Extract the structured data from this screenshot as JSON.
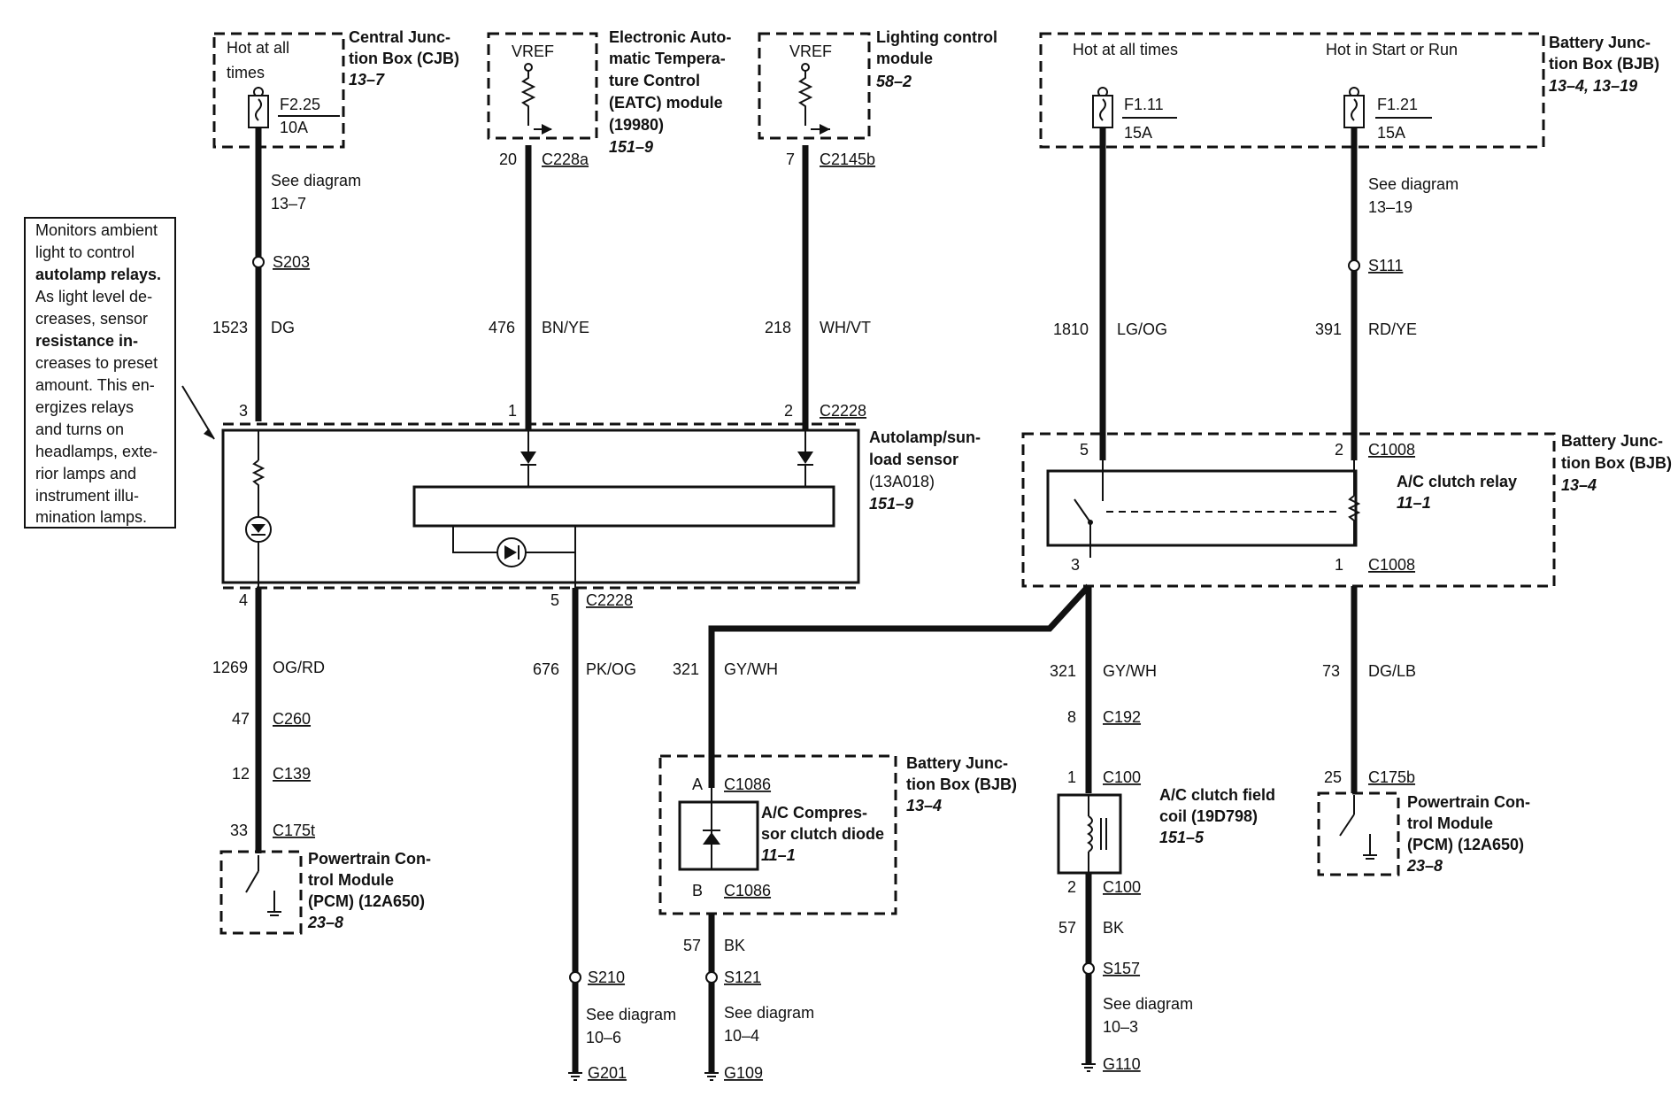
{
  "cjb": {
    "hot_l1": "Hot at all",
    "hot_l2": "times",
    "fuse": "F2.25",
    "amps": "10A",
    "name_l1": "Central Junc-",
    "name_l2": "tion Box (CJB)",
    "ref": "13–7"
  },
  "eatc": {
    "vref": "VREF",
    "name_l1": "Electronic Auto-",
    "name_l2": "matic Tempera-",
    "name_l3": "ture Control",
    "name_l4": "(EATC) module",
    "name_l5": "(19980)",
    "ref": "151–9"
  },
  "lcm": {
    "vref": "VREF",
    "name_l1": "Lighting control",
    "name_l2": "module",
    "ref": "58–2"
  },
  "bjb_top": {
    "hot1": "Hot at all times",
    "hot2": "Hot in Start or Run",
    "fuse1": "F1.11",
    "amps1": "15A",
    "fuse2": "F1.21",
    "amps2": "15A",
    "name_l1": "Battery Junc-",
    "name_l2": "tion Box (BJB)",
    "ref": "13–4, 13–19"
  },
  "note": {
    "lines": [
      "Monitors ambient",
      "light to control",
      "autolamp relays.",
      "As light level de-",
      "creases, sensor",
      "resistance in-",
      "creases to preset",
      "amount. This en-",
      "ergizes relays",
      "and turns on",
      "headlamps, exte-",
      "rior lamps and",
      "instrument illu-",
      "mination lamps."
    ]
  },
  "wire1": {
    "see_l1": "See diagram",
    "see_l2": "13–7",
    "splice": "S203",
    "circuit": "1523",
    "color": "DG"
  },
  "wire2": {
    "pin": "20",
    "conn": "C228a",
    "circuit": "476",
    "color": "BN/YE"
  },
  "wire3": {
    "pin": "7",
    "conn": "C2145b",
    "circuit": "218",
    "color": "WH/VT"
  },
  "wire4": {
    "circuit": "1810",
    "color": "LG/OG"
  },
  "wire5": {
    "see_l1": "See diagram",
    "see_l2": "13–19",
    "splice": "S111",
    "circuit": "391",
    "color": "RD/YE"
  },
  "sensor": {
    "pin_a": "3",
    "pin_b": "1",
    "pin_c": "2",
    "conn_top": "C2228",
    "pin_d": "4",
    "pin_e": "5",
    "conn_bot": "C2228",
    "name_l1": "Autolamp/sun-",
    "name_l2": "load sensor",
    "name_l3": "(13A018)",
    "ref": "151–9"
  },
  "relay": {
    "pin5": "5",
    "pin2": "2",
    "conn_top": "C1008",
    "pin3": "3",
    "pin1": "1",
    "conn_bot": "C1008",
    "label": "A/C clutch relay",
    "label_ref": "11–1",
    "box_l1": "Battery Junc-",
    "box_l2": "tion Box (BJB)",
    "box_ref": "13–4"
  },
  "left_wire": {
    "circuit": "1269",
    "color": "OG/RD",
    "pin1": "47",
    "conn1": "C260",
    "pin2": "12",
    "conn2": "C139",
    "pin3": "33",
    "conn3": "C175t"
  },
  "pcm_left": {
    "name_l1": "Powertrain Con-",
    "name_l2": "trol Module",
    "name_l3": "(PCM) (12A650)",
    "ref": "23–8"
  },
  "pk_wire": {
    "circuit": "676",
    "color": "PK/OG",
    "splice": "S210",
    "see_l1": "See diagram",
    "see_l2": "10–6",
    "ground": "G201"
  },
  "gy_wire_a": {
    "circuit": "321",
    "color": "GY/WH"
  },
  "diode": {
    "pin_a": "A",
    "conn_a": "C1086",
    "pin_b": "B",
    "conn_b": "C1086",
    "name_l1": "A/C Compres-",
    "name_l2": "sor clutch diode",
    "ref": "11–1",
    "box_l1": "Battery Junc-",
    "box_l2": "tion Box (BJB)",
    "box_ref": "13–4",
    "circuit": "57",
    "color": "BK",
    "splice": "S121",
    "see_l1": "See diagram",
    "see_l2": "10–4",
    "ground": "G109"
  },
  "gy_wire_b": {
    "circuit": "321",
    "color": "GY/WH",
    "pin1": "8",
    "conn1": "C192"
  },
  "coil": {
    "pin_top": "1",
    "conn_top": "C100",
    "pin_bot": "2",
    "conn_bot": "C100",
    "name_l1": "A/C clutch field",
    "name_l2": "coil (19D798)",
    "ref": "151–5",
    "circuit": "57",
    "color": "BK",
    "splice": "S157",
    "see_l1": "See diagram",
    "see_l2": "10–3",
    "ground": "G110"
  },
  "right_wire": {
    "circuit": "73",
    "color": "DG/LB",
    "pin": "25",
    "conn": "C175b"
  },
  "pcm_right": {
    "name_l1": "Powertrain Con-",
    "name_l2": "trol Module",
    "name_l3": "(PCM) (12A650)",
    "ref": "23–8"
  }
}
